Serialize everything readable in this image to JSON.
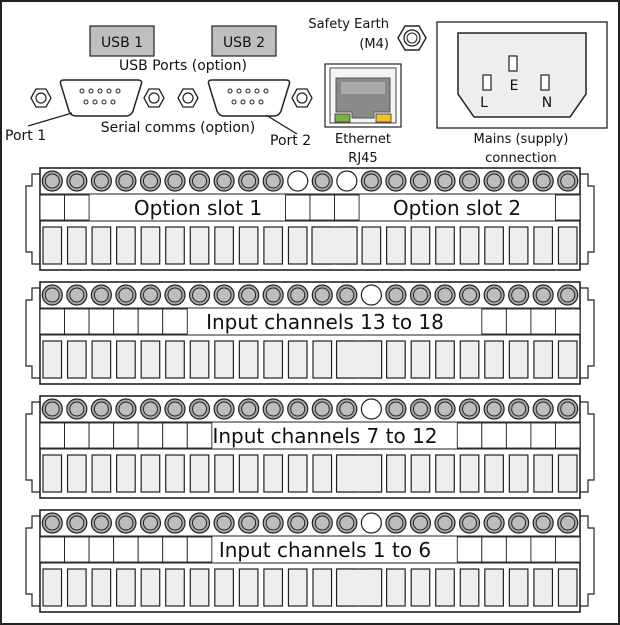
{
  "usb": {
    "port1_label": "USB 1",
    "port2_label": "USB 2",
    "caption": "USB Ports (option)"
  },
  "serial": {
    "port1_label": "Port 1",
    "port2_label": "Port 2",
    "caption": "Serial comms (option)"
  },
  "ethernet": {
    "line1": "Ethernet",
    "line2": "RJ45"
  },
  "safety_earth": {
    "line1": "Safety Earth",
    "line2": "(M4)"
  },
  "mains": {
    "pin_l": "L",
    "pin_e": "E",
    "pin_n": "N",
    "caption_line1": "Mains (supply)",
    "caption_line2": "connection"
  },
  "terminal_blocks": [
    {
      "labels": [
        "Option slot 1",
        "Option slot 2"
      ]
    },
    {
      "labels": [
        "Input channels 13 to 18"
      ]
    },
    {
      "labels": [
        "Input channels 7 to 12"
      ]
    },
    {
      "labels": [
        "Input channels 1 to 6"
      ]
    }
  ],
  "colors": {
    "usb_fill": "#bfbfbf",
    "ethernet_led_left": "#7ab342",
    "ethernet_led_right": "#f2c12e",
    "screw_fill": "#bdbdbd",
    "body_fill": "#ffffff",
    "panel_fill": "#eeeeee",
    "stroke": "#222222"
  }
}
